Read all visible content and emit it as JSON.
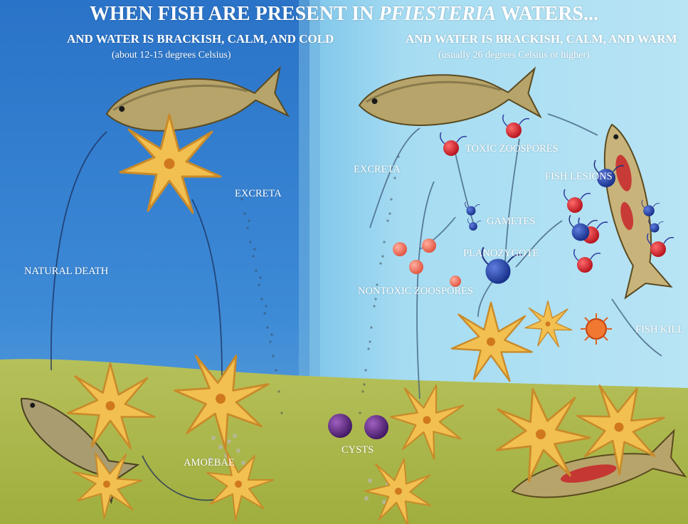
{
  "title": {
    "part1": "WHEN FISH ARE PRESENT IN ",
    "italic": "PFIESTERIA",
    "part2": " WATERS..."
  },
  "left": {
    "heading": "AND WATER IS BRACKISH, CALM, AND COLD",
    "note": "(about 12-15 degrees Celsius)",
    "labels": {
      "excreta": "EXCRETA",
      "natural_death": "NATURAL DEATH",
      "amoebae": "AMOEBAE"
    }
  },
  "right": {
    "heading": "AND WATER IS BRACKISH, CALM, AND WARM",
    "note": "(usually 26 degrees Celsius or higher)",
    "labels": {
      "toxic_zoospores": "TOXIC ZOOSPORES",
      "excreta": "EXCRETA",
      "fish_lesions": "FISH LESIONS",
      "gametes": "GAMETES",
      "planozygote": "PLANOZYGOTE",
      "nontoxic_zoospores": "NONTOXIC ZOOSPORES",
      "fish_kill": "FISH KILL",
      "cysts": "CYSTS"
    }
  },
  "colors": {
    "left_water": "#2f7fd0",
    "right_water": "#a8dcf0",
    "sediment": "#b9c25a",
    "amoeba": "#f2c050",
    "toxic_zoospore": "#cf1c24",
    "planozygote": "#1d3a9e",
    "cyst": "#5a2a7a"
  }
}
